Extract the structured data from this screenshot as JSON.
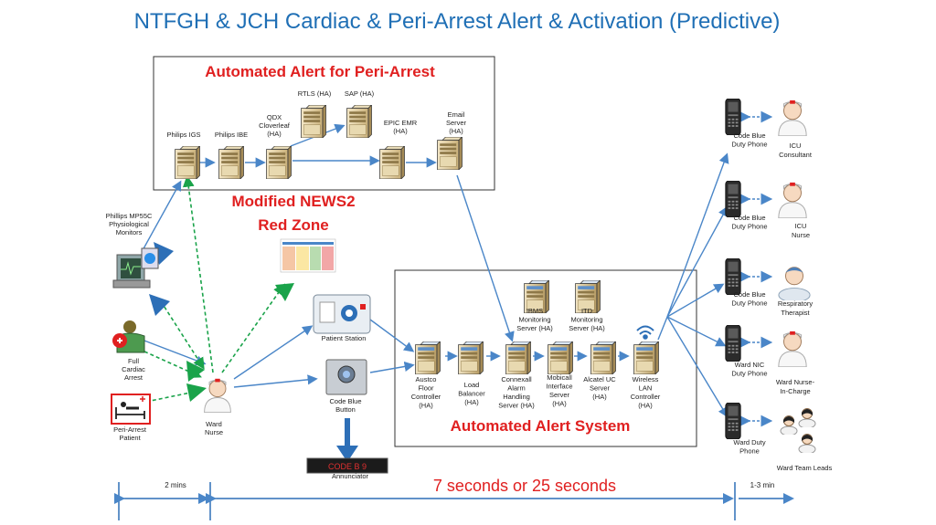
{
  "title": "NTFGH & JCH Cardiac  & Peri-Arrest Alert & Activation (Predictive)",
  "top_box_title": "Automated Alert for Peri-Arrest",
  "news2": {
    "line1": "Modified NEWS2",
    "line2": "Red Zone"
  },
  "bottom_box_title": "Automated Alert System",
  "timing": {
    "left": "2 mins",
    "main": "7 seconds  or  25 seconds",
    "right": "1-3 min"
  },
  "servers_top": [
    {
      "lines": [
        "Philips IGS"
      ]
    },
    {
      "lines": [
        "Philips IBE"
      ]
    },
    {
      "lines": [
        "QDX",
        "Cloverleaf",
        "(HA)"
      ]
    },
    {
      "lines": [
        "RTLS (HA)"
      ]
    },
    {
      "lines": [
        "SAP (HA)"
      ]
    },
    {
      "lines": [
        "EPIC EMR",
        "(HA)"
      ]
    },
    {
      "lines": [
        "Email",
        "Server",
        "(HA)"
      ]
    }
  ],
  "servers_bottom": [
    {
      "lines": [
        "Austco",
        "Floor",
        "Controller",
        "(HA)"
      ]
    },
    {
      "lines": [
        "Load",
        "Balancer",
        "(HA)"
      ]
    },
    {
      "lines": [
        "Connexall",
        "Alarm",
        "Handling",
        "Server (HA)"
      ]
    },
    {
      "lines": [
        "Mobicall",
        "Interface",
        "Server",
        "(HA)"
      ]
    },
    {
      "lines": [
        "Alcatel UC",
        "Server",
        "(HA)"
      ]
    },
    {
      "lines": [
        "Wireless",
        "LAN",
        "Controller",
        "(HA)"
      ]
    },
    {
      "lines": [
        "IBMS",
        "Monitoring",
        "Server (HA)"
      ]
    },
    {
      "lines": [
        "ITD",
        "Monitoring",
        "Server (HA)"
      ]
    }
  ],
  "left_items": {
    "monitor": [
      "Phillips MP55C",
      "Physiological",
      "Monitors"
    ],
    "arrest": [
      "Full",
      "Cardiac",
      "Arrest"
    ],
    "peri": [
      "Peri-Arrest",
      "Patient"
    ],
    "nurse": [
      "Ward",
      "Nurse"
    ],
    "patient_station": "Patient Station",
    "code_blue_button": [
      "Code Blue",
      "Button"
    ],
    "annunciator": "Annunciator",
    "annunciator_display": "CODE B  9"
  },
  "right_items": [
    {
      "phone": [
        "Code Blue",
        "Duty Phone"
      ],
      "person": [
        "ICU",
        "Consultant"
      ]
    },
    {
      "phone": [
        "Code Blue",
        "Duty Phone"
      ],
      "person": [
        "ICU",
        "Nurse"
      ]
    },
    {
      "phone": [
        "Code Blue",
        "Duty Phone"
      ],
      "person": [
        "Respiratory",
        "Therapist"
      ]
    },
    {
      "phone": [
        "Ward NIC",
        "Duty Phone"
      ],
      "person": [
        "Ward Nurse-",
        "In-Charge"
      ]
    },
    {
      "phone": [
        "Ward Duty",
        "Phone"
      ],
      "person": [
        "Ward Team Leads"
      ]
    }
  ],
  "colors": {
    "title": "#1f6fb5",
    "red": "#e02020",
    "blue_arrow": "#4a86c8",
    "green_arrow": "#1aa34a"
  }
}
